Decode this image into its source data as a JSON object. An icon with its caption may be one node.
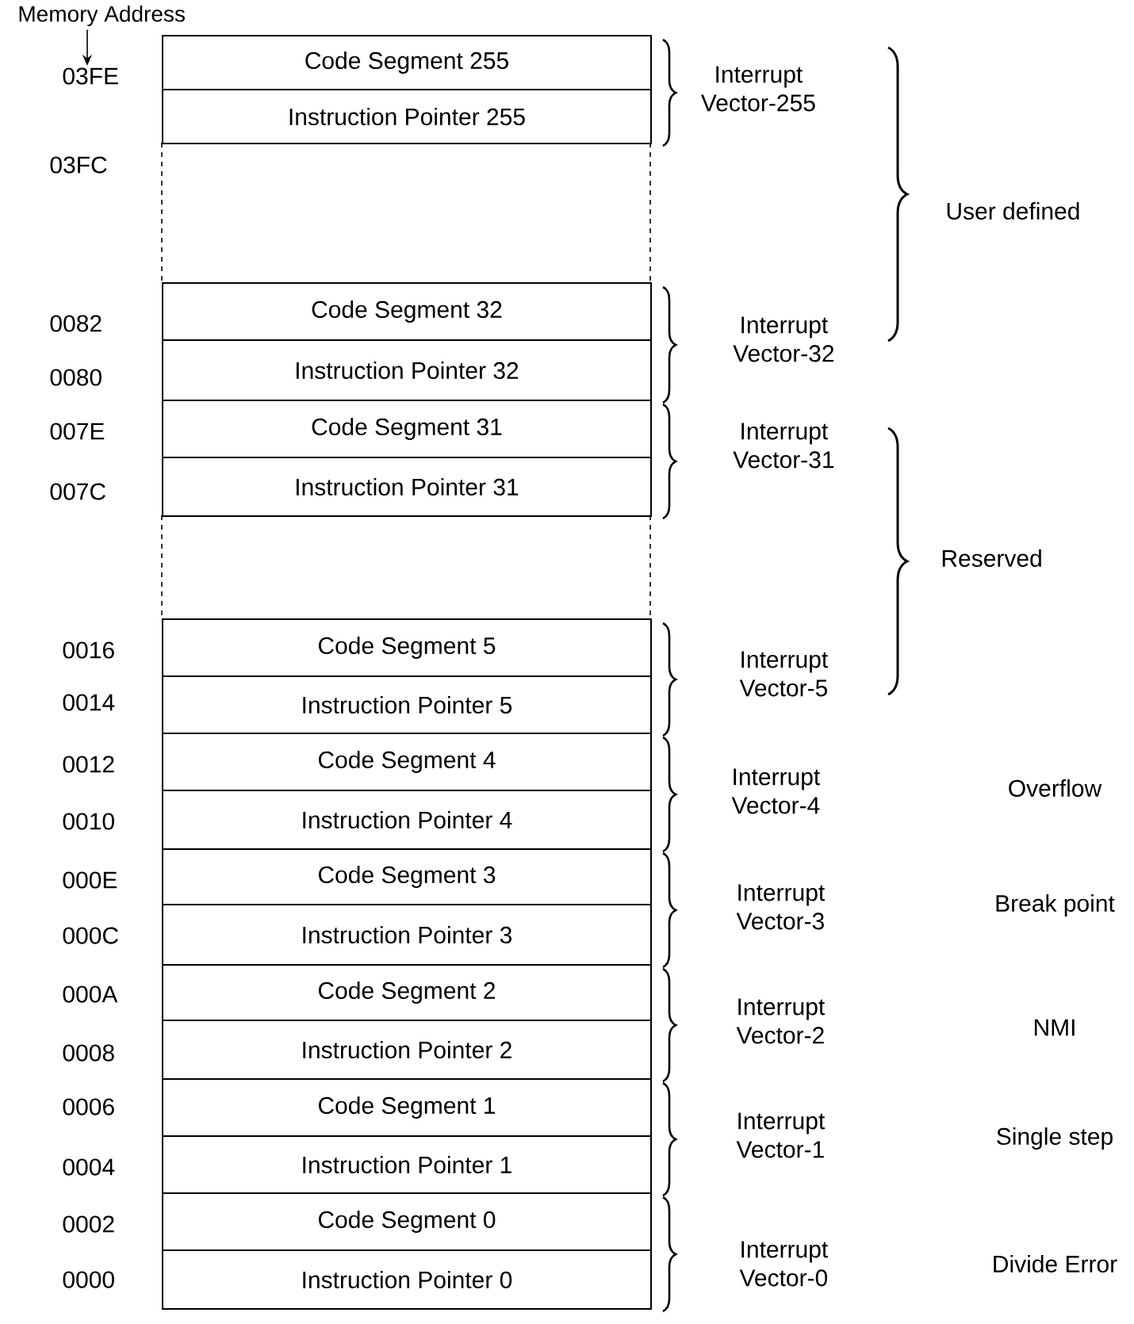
{
  "diagram": {
    "nodes": [
      {
        "text": [
          "Memory Address"
        ]
      },
      {
        "text": [
          "03FE"
        ]
      },
      {
        "text": [
          "Code Segment 255"
        ]
      },
      {
        "text": [
          "Instruction Pointer 255"
        ]
      },
      {
        "text": [
          "Code Segment 32"
        ]
      },
      {
        "text": [
          "Instruction Pointer 32"
        ]
      },
      {
        "text": [
          "Code Segment 31"
        ]
      },
      {
        "text": [
          "Instruction Pointer 31"
        ]
      },
      {
        "text": [
          "Code Segment 5"
        ]
      },
      {
        "text": [
          "Instruction Pointer 5"
        ]
      },
      {
        "text": [
          "Code Segment 4"
        ]
      },
      {
        "text": [
          "Instruction Pointer 4"
        ]
      },
      {
        "text": [
          "Code Segment 3"
        ]
      },
      {
        "text": [
          "Instruction Pointer 3"
        ]
      },
      {
        "text": [
          "Code Segment 2"
        ]
      },
      {
        "text": [
          "Instruction Pointer 2"
        ]
      },
      {
        "text": [
          "Code Segment 1"
        ]
      },
      {
        "text": [
          "Instruction Pointer 1"
        ]
      },
      {
        "text": [
          "Code Segment 0"
        ]
      },
      {
        "text": [
          "Instruction Pointer 0"
        ]
      }
    ],
    "edges": [
      {
        "from": 0,
        "to": 1,
        "arrow": "to"
      }
    ],
    "labels": [
      "03FC",
      "0082",
      "0080",
      "007E",
      "007C",
      "0016",
      "0014",
      "0012",
      "0010",
      "000E",
      "000C",
      "000A",
      "0008",
      "0006",
      "0004",
      "0002",
      "0000",
      "Interrupt Vector-255",
      "Interrupt Vector-32",
      "Interrupt Vector-31",
      "Interrupt Vector-5",
      "Interrupt Vector-4",
      "Interrupt Vector-3",
      "Interrupt Vector-2",
      "Interrupt Vector-1",
      "Interrupt Vector-0",
      "User defined",
      "Reserved",
      "Overflow",
      "Break point",
      "NMI",
      "Single step",
      "Divide Error"
    ]
  }
}
